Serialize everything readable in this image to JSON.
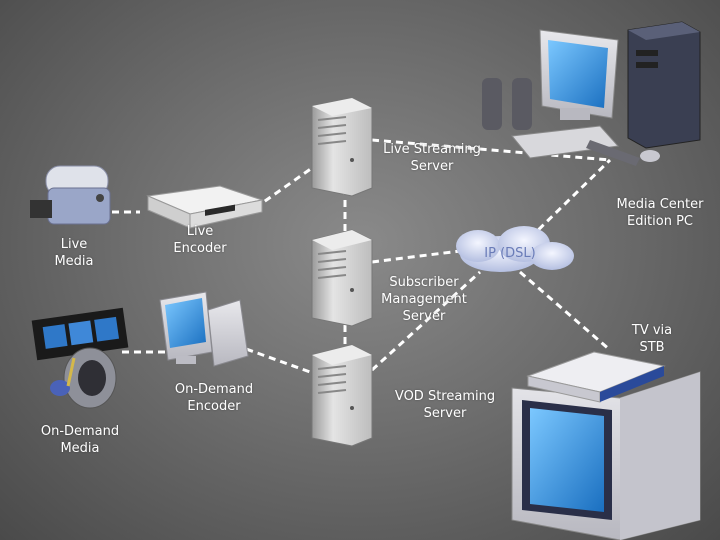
{
  "nodes": {
    "live_streaming_server": "Live Streaming\nServer",
    "media_center_pc": "Media Center\nEdition PC",
    "live_media": "Live\nMedia",
    "live_encoder": "Live\nEncoder",
    "ip_dsl": "IP (DSL)",
    "subscriber_management_server": "Subscriber\nManagement\nServer",
    "tv_via_stb": "TV via\nSTB",
    "on_demand_encoder": "On-Demand\nEncoder",
    "vod_streaming_server": "VOD Streaming\nServer",
    "on_demand_media": "On-Demand\nMedia"
  },
  "colors": {
    "connector": "#ffffff",
    "server": "#d8d8d8",
    "screen": "#3aa0e8",
    "cloud": "#c8d2ec"
  },
  "icons": [
    "server-icon",
    "video-camera-icon",
    "encoder-box-icon",
    "computer-icon",
    "film-strip-icon",
    "speaker-icon",
    "tv-icon",
    "set-top-box-icon",
    "desktop-pc-icon",
    "cloud-icon"
  ]
}
